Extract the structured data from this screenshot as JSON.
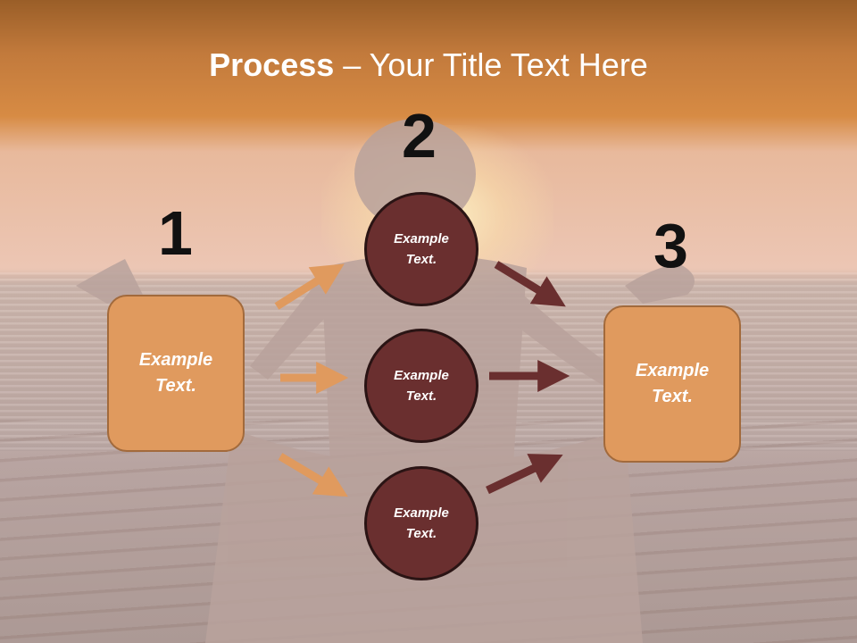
{
  "title": {
    "bold": "Process",
    "rest": " – Your Title Text Here"
  },
  "steps": [
    "1",
    "2",
    "3"
  ],
  "left_box": {
    "line1": "Example",
    "line2": "Text."
  },
  "right_box": {
    "line1": "Example",
    "line2": "Text."
  },
  "circles": [
    {
      "line1": "Example",
      "line2": "Text."
    },
    {
      "line1": "Example",
      "line2": "Text."
    },
    {
      "line1": "Example",
      "line2": "Text."
    }
  ],
  "colors": {
    "box_fill": "#e09a5e",
    "circle_fill": "#6a2f2f",
    "arrow_light": "#e09a5e",
    "arrow_dark": "#6a2f2f",
    "title_band": "#d78b44"
  }
}
